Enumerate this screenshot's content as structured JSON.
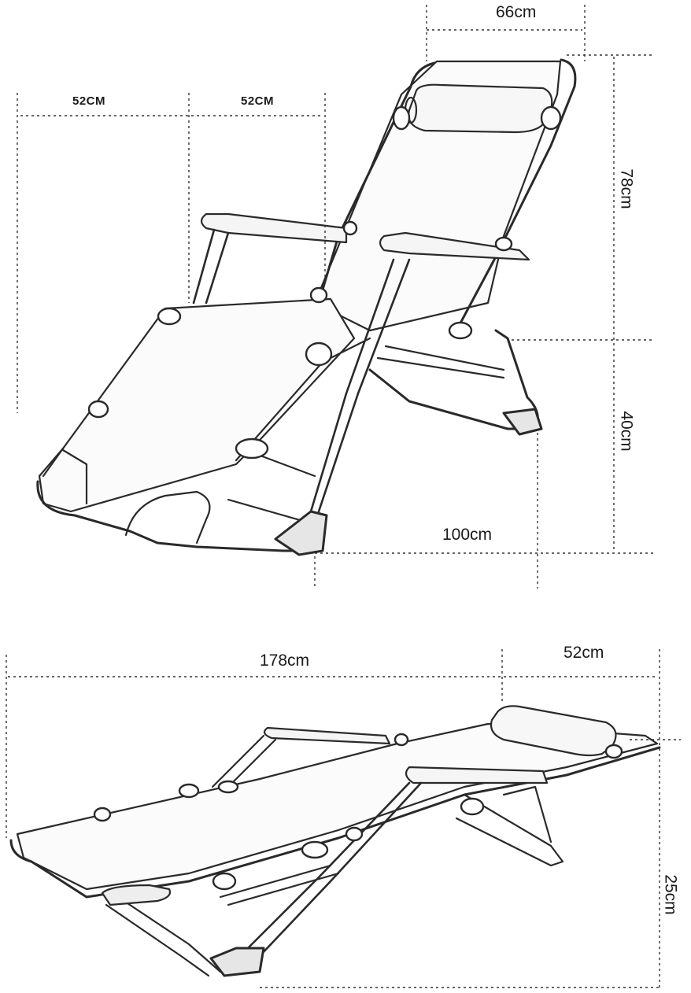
{
  "dimensions": {
    "top": {
      "width_top": "66cm",
      "left_span_1": "52CM",
      "left_span_2": "52CM",
      "back_height": "78cm",
      "seat_height": "40cm",
      "depth": "100cm"
    },
    "bottom": {
      "length": "178cm",
      "width": "52cm",
      "height": "25cm"
    }
  },
  "colors": {
    "line": "#2a2a2a",
    "dash": "#333333",
    "frame": "#6b6b6b",
    "background": "#ffffff"
  }
}
